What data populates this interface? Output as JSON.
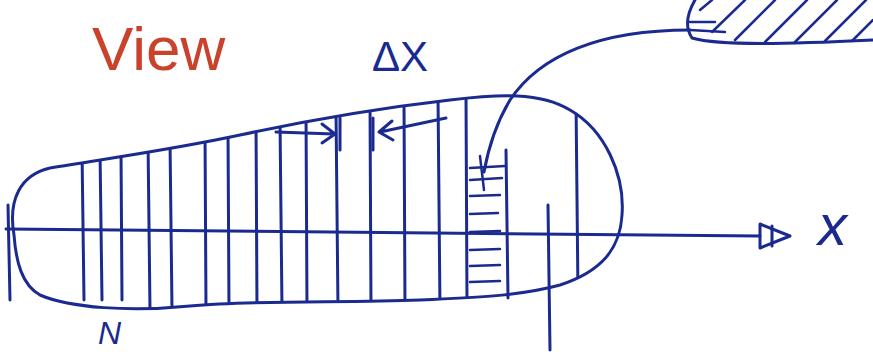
{
  "diagram": {
    "labels": [
      "View",
      "ΔX",
      "x",
      "N"
    ]
  }
}
